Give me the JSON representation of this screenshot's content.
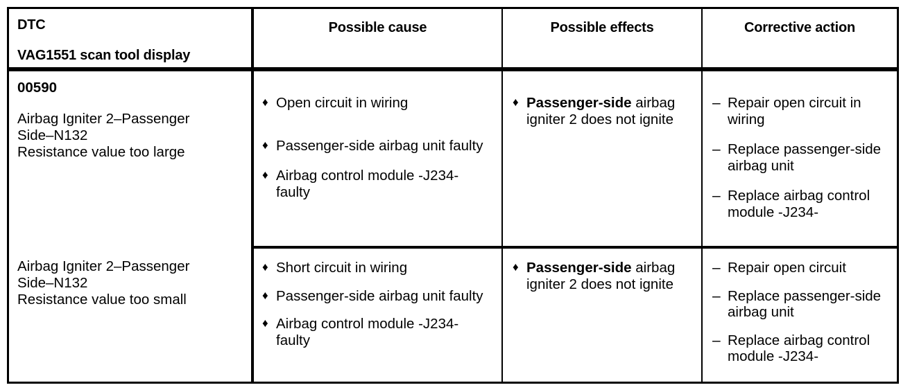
{
  "table": {
    "headers": {
      "dtc_line1": "DTC",
      "dtc_line2": "VAG1551 scan tool display",
      "possible_cause": "Possible cause",
      "possible_effects": "Possible effects",
      "corrective_action": "Corrective action"
    },
    "markers": {
      "bullet": "♦",
      "dash": "–"
    },
    "rows": [
      {
        "dtc_code": "00590",
        "dtc_description_lines": [
          "Airbag Igniter 2–Passenger",
          "Side–N132",
          "Resistance value too large"
        ],
        "possible_cause": [
          "Open circuit in wiring",
          "Passenger-side airbag unit faulty",
          "Airbag control module -J234- faulty"
        ],
        "possible_effects_bold": "Passenger-side",
        "possible_effects_rest": " airbag igniter 2 does not ignite",
        "corrective_action": [
          "Repair open circuit in wiring",
          "Replace passenger-side airbag unit",
          "Replace airbag control module -J234-"
        ]
      },
      {
        "dtc_code": "",
        "dtc_description_lines": [
          "Airbag Igniter 2–Passenger",
          "Side–N132",
          "Resistance value too small"
        ],
        "possible_cause": [
          "Short circuit in wiring",
          "Passenger-side airbag unit faulty",
          "Airbag control module -J234- faulty"
        ],
        "possible_effects_bold": "Passenger-side",
        "possible_effects_rest": " airbag igniter 2 does not ignite",
        "corrective_action": [
          "Repair open circuit",
          "Replace passenger-side airbag unit",
          "Replace airbag control module -J234-"
        ]
      }
    ]
  }
}
